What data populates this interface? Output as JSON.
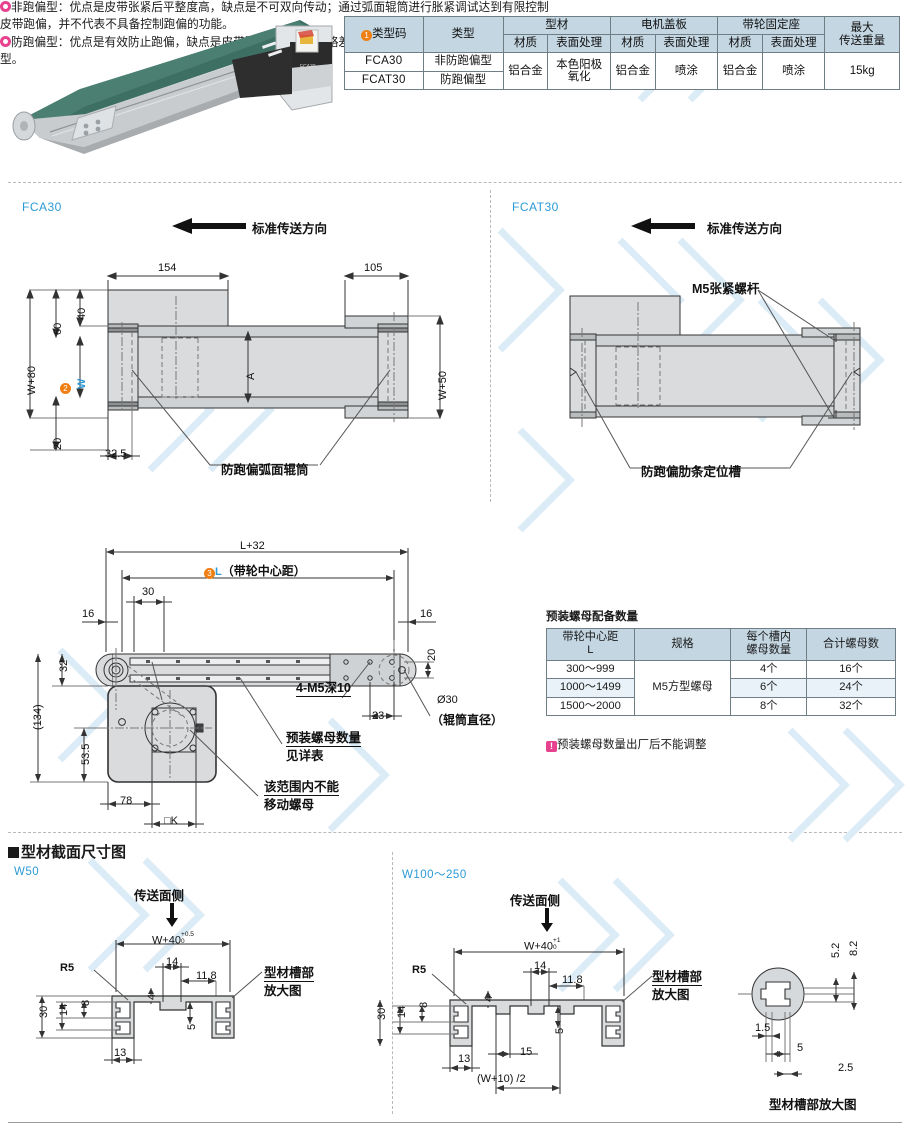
{
  "spec_table": {
    "marker": "1",
    "headers_row1": [
      "类型码",
      "类型",
      "型材",
      "电机盖板",
      "带轮固定座",
      "最大"
    ],
    "header_max_2": "传送重量",
    "headers_row2": [
      "材质",
      "表面处理",
      "材质",
      "表面处理",
      "材质",
      "表面处理"
    ],
    "rows": [
      {
        "code": "FCA30",
        "type": "非防跑偏型"
      },
      {
        "code": "FCAT30",
        "type": "防跑偏型"
      }
    ],
    "profile_material": "铝合金",
    "profile_finish": "本色阳极氧化",
    "motor_cover_material": "铝合金",
    "motor_cover_finish": "喷涂",
    "pulley_base_material": "铝合金",
    "pulley_base_finish": "喷涂",
    "max_weight": "15kg"
  },
  "notes": [
    "非跑偏型：优点是皮带张紧后平整度高，缺点是不可双向传动；通过弧面辊筒进行胀紧调试达到有限控制皮带跑偏，并不代表不具备控制跑偏的功能。",
    "防跑偏型：优点是有效防止跑偏，缺点是皮带张紧后，平整度略差；需要双向传送工况时，应选择防跑偏型。"
  ],
  "view_left": {
    "title": "FCA30",
    "direction_label": "标准传送方向",
    "dims": {
      "d154": "154",
      "d105": "105",
      "d60": "60",
      "d40": "40",
      "dW80": "W+80",
      "dW": "W",
      "dW_marker": "2",
      "d20": "20",
      "d32_5": "32.5",
      "dA": "A",
      "dW50": "W+50"
    },
    "callout": "防跑偏弧面辊筒"
  },
  "view_right": {
    "title": "FCAT30",
    "direction_label": "标准传送方向",
    "callout_top": "M5张紧螺杆",
    "callout_bottom": "防跑偏肋条定位槽"
  },
  "view_top": {
    "dims": {
      "dL32": "L+32",
      "dL_marker": "3",
      "dL": "L",
      "dL_note": "（带轮中心距）",
      "d30": "30",
      "d16_left": "16",
      "d16_right": "16",
      "d32": "32",
      "d134": "(134)",
      "d53_5": "53.5",
      "d78": "78",
      "dK": "□K",
      "d20": "20",
      "d23": "23",
      "dia30": "Ø30",
      "dia30_note": "（辊筒直径）"
    },
    "callout_m5": "4-M5深10",
    "callout_nuts_l1": "预装螺母数量",
    "callout_nuts_l2": "见详表",
    "callout_nomove_l1": "该范围内不能",
    "callout_nomove_l2": "移动螺母"
  },
  "nut_table": {
    "title": "预装螺母配备数量",
    "headers": [
      "带轮中心距\nL",
      "规格",
      "每个槽内\n螺母数量",
      "合计螺母数"
    ],
    "header_col1_line1": "带轮中心距",
    "header_col1_line2": "L",
    "header_col2": "规格",
    "header_col3_line1": "每个槽内",
    "header_col3_line2": "螺母数量",
    "header_col4": "合计螺母数",
    "spec_value": "M5方型螺母",
    "rows": [
      {
        "range": "300～999",
        "per_slot": "4个",
        "total": "16个"
      },
      {
        "range": "1000～1499",
        "per_slot": "6个",
        "total": "24个"
      },
      {
        "range": "1500～2000",
        "per_slot": "8个",
        "total": "32个"
      }
    ],
    "footnote": "预装螺母数量出厂后不能调整"
  },
  "section_profile": {
    "heading": "型材截面尺寸图",
    "left": {
      "title": "W50",
      "surface_label": "传送面侧",
      "dims": {
        "w40": "W+40",
        "w40_tol_up": "+0.5",
        "w40_tol_lo": "0",
        "d14": "14",
        "d11_8": "11.8",
        "d4": "4",
        "d5": "5",
        "d30": "30",
        "d14b": "14",
        "d8": "8",
        "d13": "13",
        "r5": "R5"
      },
      "detail_l1": "型材槽部",
      "detail_l2": "放大图"
    },
    "right": {
      "title": "W100～250",
      "surface_label": "传送面侧",
      "dims": {
        "w40": "W+40",
        "w40_tol_up": "+1",
        "w40_tol_lo": "0",
        "d14": "14",
        "d11_8": "11.8",
        "d4": "4",
        "d5": "5",
        "d15": "15",
        "d30": "30",
        "d14b": "14",
        "d8": "8",
        "d13": "13",
        "r5": "R5",
        "w10_2": "(W+10) /2"
      },
      "detail_l1": "型材槽部",
      "detail_l2": "放大图"
    },
    "detail": {
      "d5_2": "5.2",
      "d8_2": "8.2",
      "d1_5": "1.5",
      "d5": "5",
      "d2_5": "2.5",
      "caption": "型材槽部放大图"
    }
  },
  "colors": {
    "header_bg": "#c3d6e2",
    "code_blue": "#2c9ad6",
    "marker_orange": "#f07f13",
    "marker_pink": "#e8418e",
    "alt_row": "#e8f2f8",
    "part_fill": "#d9dbdd"
  }
}
